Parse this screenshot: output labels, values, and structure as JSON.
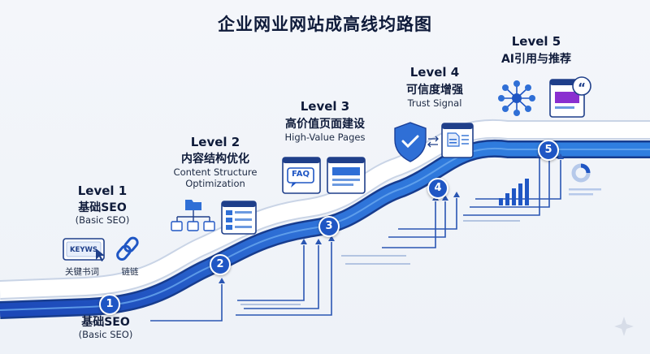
{
  "title": "企业网业网站成高线均路图",
  "levels": [
    {
      "level": "Level 1",
      "name_cn": "基础SEO",
      "name_en": "(Basic SEO)"
    },
    {
      "level": "Level 2",
      "name_cn": "内容结构优化",
      "name_en_line1": "Content Structure",
      "name_en_line2": "Optimization"
    },
    {
      "level": "Level 3",
      "name_cn": "高价值页面建设",
      "name_en": "High-Value Pages"
    },
    {
      "level": "Level 4",
      "name_cn": "可信度增强",
      "name_en": "Trust Signal"
    },
    {
      "level": "Level 5",
      "name_cn": "AI引用与推荐"
    }
  ],
  "bottom_label": {
    "name_cn": "基础SEO",
    "name_en": "(Basic SEO)"
  },
  "icon_labels": {
    "keywords": "关键书词",
    "links": "链链",
    "keyboard_text": "KEYWS",
    "faq": "FAQ"
  },
  "steps": [
    "1",
    "2",
    "3",
    "4",
    "5"
  ],
  "colors": {
    "accent": "#1f56c4",
    "road_light": "#3f8fe3",
    "road_border": "#1a3f97",
    "background": "#f0f3f8"
  },
  "icons": [
    "keyboard-icon",
    "cursor-icon",
    "chain-link-icon",
    "folder-sitemap-icon",
    "webpage-icon",
    "faq-icon",
    "shield-check-icon",
    "document-icon",
    "swap-arrows-icon",
    "network-node-icon",
    "quote-bubble-icon",
    "bar-chart-icon",
    "donut-chart-icon",
    "sparkle-icon"
  ]
}
